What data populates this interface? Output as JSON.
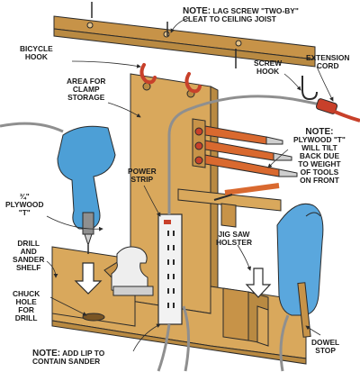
{
  "labels": {
    "note_lag_screw": "LAG SCREW \"TWO-BY\"\nCLEAT TO CEILING JOIST",
    "note_prefix": "NOTE:",
    "bicycle_hook": "BICYCLE\nHOOK",
    "extension_cord": "EXTENSION\nCORD",
    "screw_hook": "SCREW\nHOOK",
    "clamp_storage": "AREA FOR\nCLAMP\nSTORAGE",
    "note_plywood_tilt": "PLYWOOD \"T\"\nWILL TILT\nBACK DUE\nTO WEIGHT\nOF TOOLS\nON FRONT",
    "power_strip": "POWER\nSTRIP",
    "plywood_t": "¾\"\nPLYWOOD\n\"T\"",
    "jig_saw_holster": "JIG SAW\nHOLSTER",
    "drill_sander_shelf": "DRILL\nAND\nSANDER\nSHELF",
    "chuck_hole": "CHUCK\nHOLE\nFOR\nDRILL",
    "note_add_lip": "ADD LIP TO\nCONTAIN SANDER",
    "dowel_stop": "DOWEL\nSTOP"
  },
  "colors": {
    "plywood": "#d9a85c",
    "plywood_dark": "#b98a42",
    "plywood_edge": "#c79348",
    "drill_blue": "#4d9fd6",
    "saw_blue": "#5aa7dd",
    "hook_red": "#c8402a",
    "cord_gray": "#8f8f8f",
    "outlet_white": "#f2f2f2",
    "handle_orange": "#d9692f",
    "outline": "#2a2a2a"
  }
}
